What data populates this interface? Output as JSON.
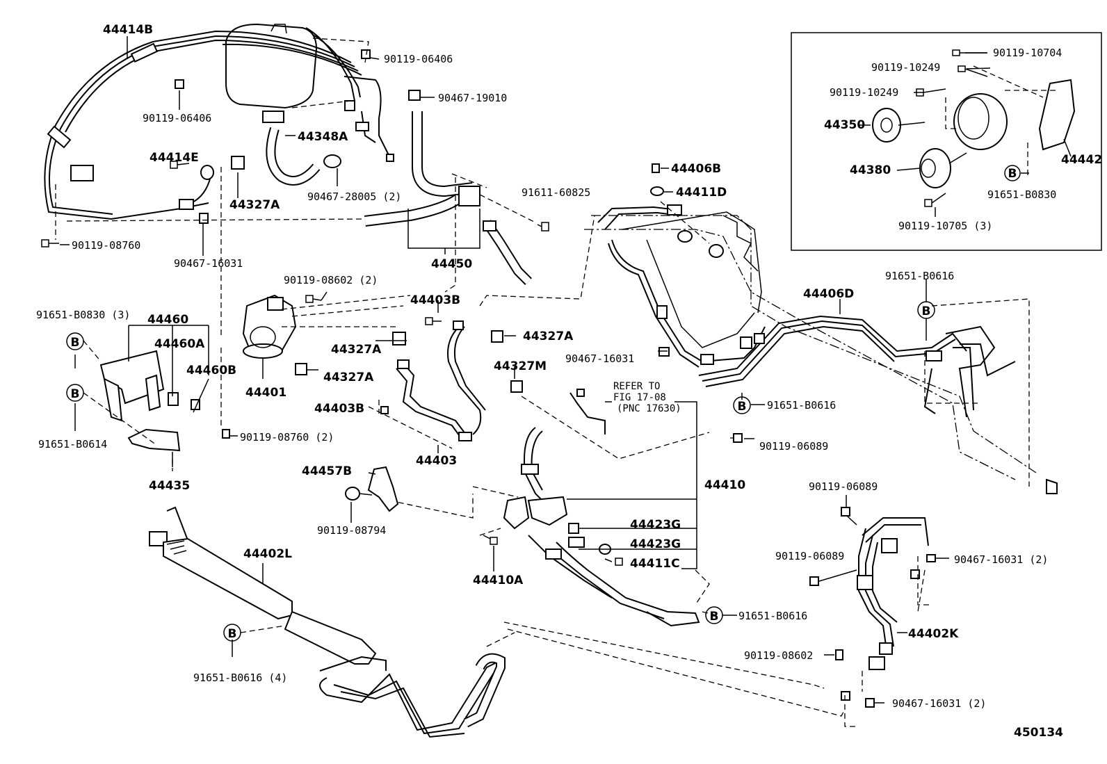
{
  "diagram_number": "450134",
  "bracket_marker_letter": "B",
  "labels": {
    "p44414B": "44414B",
    "p90119_06406_a": "90119-06406",
    "p90119_06406_b": "90119-06406",
    "p90467_19010": "90467-19010",
    "p44348A": "44348A",
    "p44414E": "44414E",
    "p44327A_a": "44327A",
    "p90467_28005": "90467-28005 (2)",
    "p90119_08760_a": "90119-08760",
    "p90467_16031_a": "90467-16031",
    "p44450": "44450",
    "p91611_60825": "91611-60825",
    "p44406B": "44406B",
    "p44411D": "44411D",
    "p90119_08602_a": "90119-08602 (2)",
    "p44403B_a": "44403B",
    "p44327A_b": "44327A",
    "p44327A_c": "44327A",
    "p44327A_d": "44327A",
    "p44401": "44401",
    "p91651_B0830_3": "91651-B0830 (3)",
    "p44460": "44460",
    "p44460A": "44460A",
    "p44460B": "44460B",
    "p91651_B0614": "91651-B0614",
    "p44435": "44435",
    "p90119_08760_2": "90119-08760 (2)",
    "p44403B_b": "44403B",
    "p44403": "44403",
    "p44327M": "44327M",
    "p44457B": "44457B",
    "p90119_08794": "90119-08794",
    "p90467_16031_b": "90467-16031",
    "p44406D": "44406D",
    "p91651_B0616_a": "91651-B0616",
    "p91651_B0616_b": "91651-B0616",
    "p90119_06089_a": "90119-06089",
    "p44410": "44410",
    "p44423G_a": "44423G",
    "p44423G_b": "44423G",
    "p44411C": "44411C",
    "p44410A": "44410A",
    "p44402L": "44402L",
    "p91651_B0616_4": "91651-B0616 (4)",
    "p91651_B0616_c": "91651-B0616",
    "p90119_06089_b": "90119-06089",
    "p90119_06089_c": "90119-06089",
    "p90467_16031_2a": "90467-16031 (2)",
    "p44402K": "44402K",
    "p90119_08602_b": "90119-08602",
    "p90467_16031_2b": "90467-16031 (2)",
    "p90119_10704": "90119-10704",
    "p90119_10249_a": "90119-10249",
    "p90119_10249_b": "90119-10249",
    "p44350": "44350",
    "p44380": "44380",
    "p44442": "44442",
    "p91651_B0830": "91651-B0830",
    "p90119_10705": "90119-10705 (3)"
  },
  "refer_note": {
    "line1": "REFER TO",
    "line2": "FIG 17-08",
    "line3": "(PNC 17630)"
  }
}
